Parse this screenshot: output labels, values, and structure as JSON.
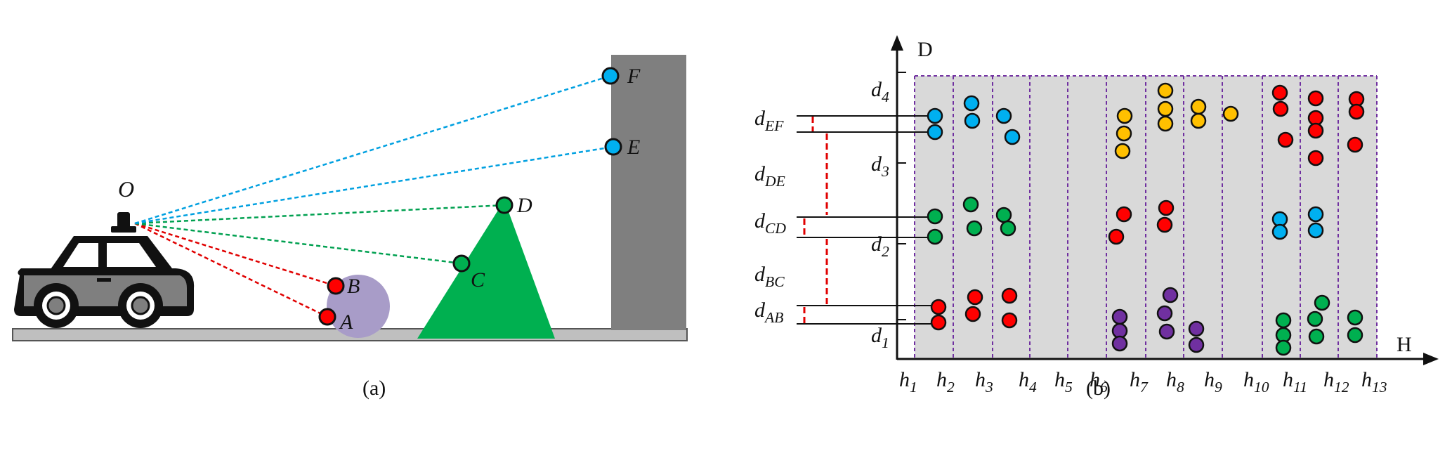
{
  "panel_a": {
    "caption": "(a)",
    "origin_label": "O",
    "points": [
      {
        "label": "A",
        "color": "#ff0000"
      },
      {
        "label": "B",
        "color": "#ff0000"
      },
      {
        "label": "C",
        "color": "#00b050"
      },
      {
        "label": "D",
        "color": "#00b050"
      },
      {
        "label": "E",
        "color": "#00b0f0"
      },
      {
        "label": "F",
        "color": "#00b0f0"
      }
    ]
  },
  "panel_b": {
    "caption": "(b)",
    "y_axis_label": "D",
    "x_axis_label": "H",
    "d_ticks": [
      {
        "base": "d",
        "sub": "1"
      },
      {
        "base": "d",
        "sub": "2"
      },
      {
        "base": "d",
        "sub": "3"
      },
      {
        "base": "d",
        "sub": "4"
      }
    ],
    "gap_labels": [
      {
        "base": "d",
        "sub": "EF"
      },
      {
        "base": "d",
        "sub": "DE"
      },
      {
        "base": "d",
        "sub": "CD"
      },
      {
        "base": "d",
        "sub": "BC"
      },
      {
        "base": "d",
        "sub": "AB"
      }
    ],
    "h_labels": [
      {
        "base": "h",
        "sub": "1"
      },
      {
        "base": "h",
        "sub": "2"
      },
      {
        "base": "h",
        "sub": "3"
      },
      {
        "base": "h",
        "sub": "4"
      },
      {
        "base": "h",
        "sub": "5"
      },
      {
        "base": "h",
        "sub": "6"
      },
      {
        "base": "h",
        "sub": "7"
      },
      {
        "base": "h",
        "sub": "8"
      },
      {
        "base": "h",
        "sub": "9"
      },
      {
        "base": "h",
        "sub": "10"
      },
      {
        "base": "h",
        "sub": "11"
      },
      {
        "base": "h",
        "sub": "12"
      },
      {
        "base": "h",
        "sub": "13"
      }
    ],
    "colors": {
      "red": "#ff0000",
      "green": "#00b050",
      "blue": "#00b0f0",
      "yellow": "#ffc000",
      "purple": "#7030a0"
    }
  }
}
